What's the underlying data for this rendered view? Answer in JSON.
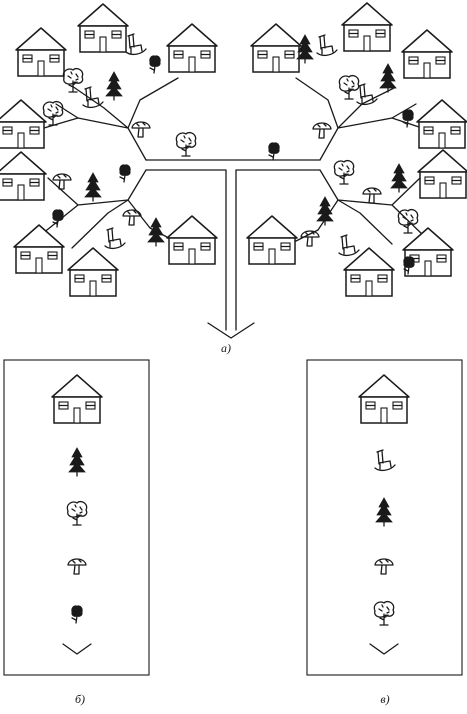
{
  "captions": {
    "a": "а)",
    "b": "б)",
    "v": "в)"
  },
  "icons": {
    "house": "house-icon",
    "fir_tree": "fir-tree-icon",
    "leafy_tree": "leafy-tree-icon",
    "mushroom": "mushroom-icon",
    "flower": "flower-icon",
    "rocking_chair": "rocking-chair-icon",
    "arrow": "arrow-down-chevron-icon"
  },
  "panel_b": {
    "items": [
      "house",
      "fir_tree",
      "leafy_tree",
      "mushroom",
      "flower",
      "arrow"
    ]
  },
  "panel_v": {
    "items": [
      "house",
      "rocking_chair",
      "fir_tree",
      "mushroom",
      "leafy_tree",
      "arrow"
    ]
  }
}
